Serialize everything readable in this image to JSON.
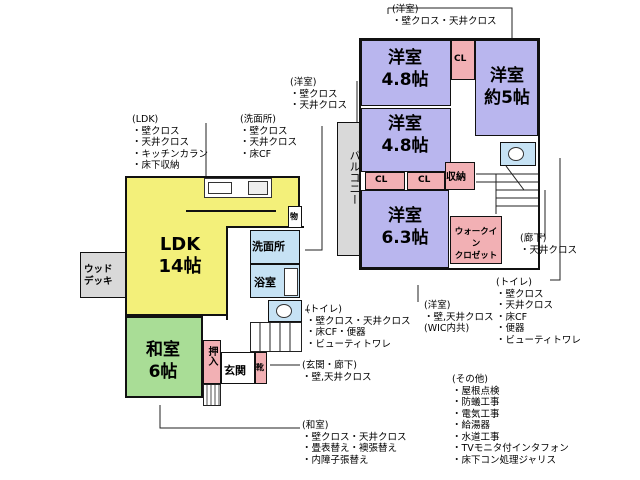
{
  "rooms": {
    "west1": {
      "name": "洋室",
      "size": "4.8帖"
    },
    "west2": {
      "name": "洋室",
      "size": "約5帖"
    },
    "west3": {
      "name": "洋室",
      "size": "4.8帖"
    },
    "west4": {
      "name": "洋室",
      "size": "6.3帖"
    },
    "ldk": {
      "name": "LDK",
      "size": "14帖"
    },
    "washitsu": {
      "name": "和室",
      "size": "6帖"
    },
    "washroom": "洗面所",
    "bath": "浴室",
    "walkin": "ウォークイン\nクロゼット",
    "balcony": "バルコニー",
    "deck": "ウッド\nデッキ",
    "oshiire": "押入",
    "genkan": "玄関",
    "shuno": "収納",
    "storage_small": "物",
    "shoes": "靴",
    "cl": "CL"
  },
  "annotations": {
    "top_west": [
      "(洋室)",
      "・壁クロス・天井クロス"
    ],
    "mid_west": [
      "(洋室)",
      "・壁クロス",
      "・天井クロス"
    ],
    "ldk": [
      "(LDK)",
      "・壁クロス",
      "・天井クロス",
      "・キッチンカラン",
      "・床下収納"
    ],
    "washroom": [
      "(洗面所)",
      "・壁クロス",
      "・天井クロス",
      "・床CF"
    ],
    "hall_up": [
      "(廊下)",
      "・天井クロス"
    ],
    "toilet_up": [
      "(トイレ)",
      "・壁クロス",
      "・天井クロス",
      "・床CF",
      "・便器",
      "・ビューティトワレ"
    ],
    "toilet_down": [
      "(トイレ)",
      "・壁クロス・天井クロス",
      "・床CF・便器",
      "・ビューティトワレ"
    ],
    "west_wic": [
      "(洋室)",
      "・壁,天井クロス",
      "(WIC内共)"
    ],
    "entrance": [
      "(玄関・廊下)",
      "・壁,天井クロス"
    ],
    "other": [
      "(その他)",
      "・屋根点検",
      "・防蟻工事",
      "・電気工事",
      "・給湯器",
      "・水道工事",
      "・TVモニタ付インタフォン",
      "・床下コン処理ジャリス"
    ],
    "washitsu": [
      "(和室)",
      "・壁クロス・天井クロス",
      "・畳表替え・襖張替え",
      "・内障子張替え"
    ]
  },
  "colors": {
    "western": "#b9b6ee",
    "ldk": "#f3f07a",
    "washitsu": "#a9dd96",
    "pink": "#f2b0b4",
    "wet": "#c6e2f4",
    "gray": "#d9d9d9",
    "white": "#ffffff"
  }
}
